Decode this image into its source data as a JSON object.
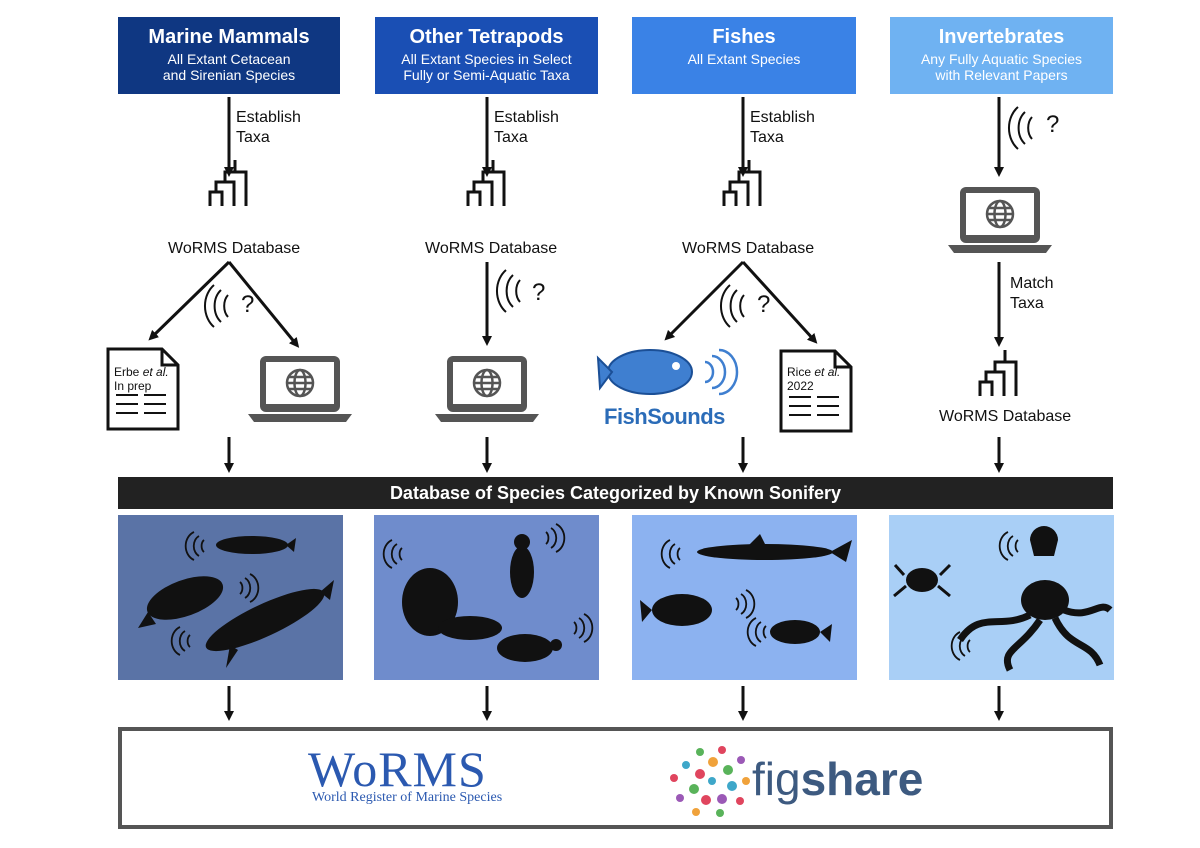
{
  "columns": [
    {
      "title": "Marine Mammals",
      "subtitle_1": "All Extant Cetacean",
      "subtitle_2": "and Sirenian Species",
      "color": "#0f3782"
    },
    {
      "title": "Other Tetrapods",
      "subtitle_1": "All Extant Species in Select",
      "subtitle_2": "Fully or Semi-Aquatic Taxa",
      "color": "#1a4fb4"
    },
    {
      "title": "Fishes",
      "subtitle_1": "All Extant Species",
      "subtitle_2": "",
      "color": "#3a82e6"
    },
    {
      "title": "Invertebrates",
      "subtitle_1": "Any Fully Aquatic Species",
      "subtitle_2": "with Relevant Papers",
      "color": "#6fb2f2"
    }
  ],
  "labels": {
    "establish_1": "Establish",
    "establish_2": "Taxa",
    "match_1": "Match",
    "match_2": "Taxa",
    "worms_db": "WoRMS Database",
    "question": "?"
  },
  "docs": {
    "erbe_1": "Erbe",
    "erbe_etal": "et al.",
    "erbe_2": "In prep",
    "rice_1": "Rice",
    "rice_etal": "et al.",
    "rice_2": "2022"
  },
  "fishsounds": "FishSounds",
  "band_text": "Database of Species Categorized by Known Sonifery",
  "panels": [
    {
      "color": "#5a73a6"
    },
    {
      "color": "#6f8ccc"
    },
    {
      "color": "#8cb2f0"
    },
    {
      "color": "#a9cff6"
    }
  ],
  "footer": {
    "worms_logo": "WoRMS",
    "worms_sub": "World Register of Marine Species",
    "figshare_a": "fig",
    "figshare_b": "share"
  }
}
